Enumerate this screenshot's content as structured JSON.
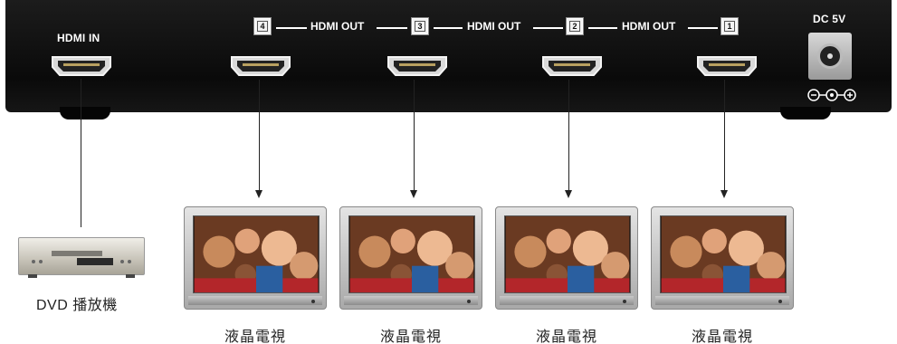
{
  "splitter": {
    "input_label": "HDMI IN",
    "output_label": "HDMI OUT",
    "power_label": "DC 5V",
    "polarity_symbol": "⊖-◯-⊕",
    "output_ports": [
      {
        "number": "4"
      },
      {
        "number": "3"
      },
      {
        "number": "2"
      },
      {
        "number": "1"
      }
    ]
  },
  "source_device": {
    "caption": "DVD 播放機",
    "icon": "dvd-player-icon"
  },
  "displays": [
    {
      "caption": "液晶電視",
      "icon": "lcd-tv-icon"
    },
    {
      "caption": "液晶電視",
      "icon": "lcd-tv-icon"
    },
    {
      "caption": "液晶電視",
      "icon": "lcd-tv-icon"
    },
    {
      "caption": "液晶電視",
      "icon": "lcd-tv-icon"
    }
  ],
  "colors": {
    "chassis": "#0e0e0e",
    "label_text": "#ffffff",
    "connector_line": "#222222",
    "tv_frame": "#c8c8c8"
  }
}
